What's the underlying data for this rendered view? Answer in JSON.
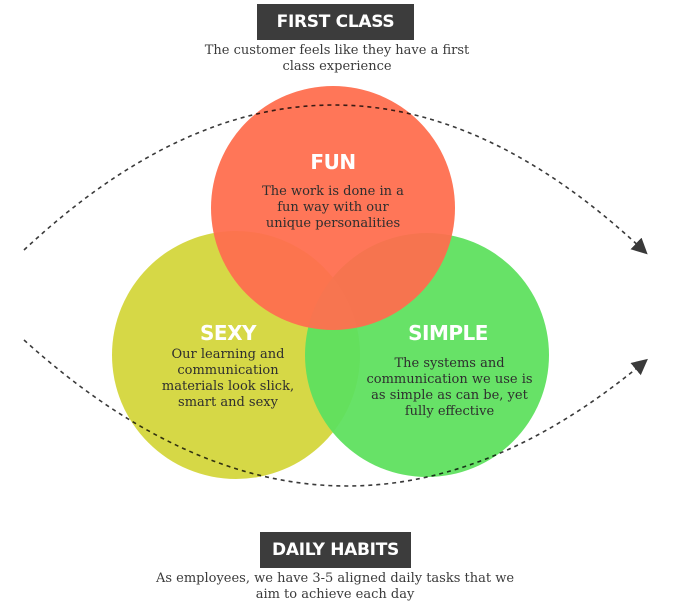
{
  "top": {
    "label": "FIRST CLASS",
    "description": "The customer feels like they have a first class experience"
  },
  "bottom": {
    "label": "DAILY HABITS",
    "description": "As employees, we have 3-5 aligned daily tasks that we aim to achieve each day"
  },
  "circles": {
    "fun": {
      "title": "FUN",
      "text": "The work is done in a fun way with our unique personalities",
      "color": "#ff6f4f"
    },
    "sexy": {
      "title": "SEXY",
      "text": "Our learning and communication materials look slick, smart and sexy",
      "color": "#d4d63c"
    },
    "simple": {
      "title": "SIMPLE",
      "text": "The systems and communication we use is as simple as can be, yet fully effective",
      "color": "#5fe05f"
    }
  }
}
